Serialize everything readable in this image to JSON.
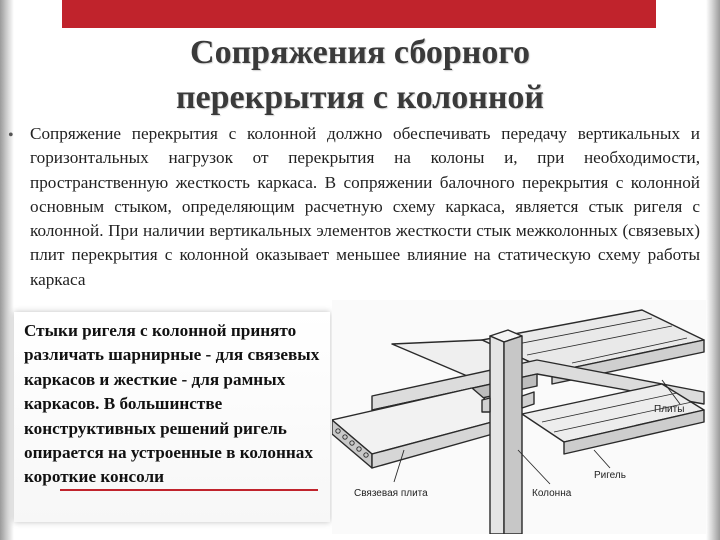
{
  "slide": {
    "title": "Сопряжения сборного перекрытия с колонной",
    "bullet": "•",
    "body": "Сопряжение перекрытия с колонной должно обеспечивать передачу вертикальных и горизонтальных нагрузок от перекрытия на колоны и, при необходимости, пространственную жесткость каркаса. В сопряжении балочного перекрытия с колонной основным стыком, определяющим расчетную схему каркаса, является стык ригеля с колонной. При наличии вертикальных элементов жесткости стык межколонных (связевых) плит перекрытия с колонной оказывает меньшее влияние на статическую схему работы каркаса",
    "note": "Стыки ригеля с колонной принято различать шарнирные - для связевых каркасов и жесткие - для рамных каркасов. В большинстве конструктивных решений ригель опирается на устроенные в колоннах короткие консоли"
  },
  "figure": {
    "labels": {
      "plates": "Плиты",
      "girder": "Ригель",
      "column": "Колонна",
      "tie_plate": "Связевая плита"
    }
  },
  "colors": {
    "accent": "#c0232c",
    "title": "#3a3a3a",
    "text": "#222222"
  }
}
